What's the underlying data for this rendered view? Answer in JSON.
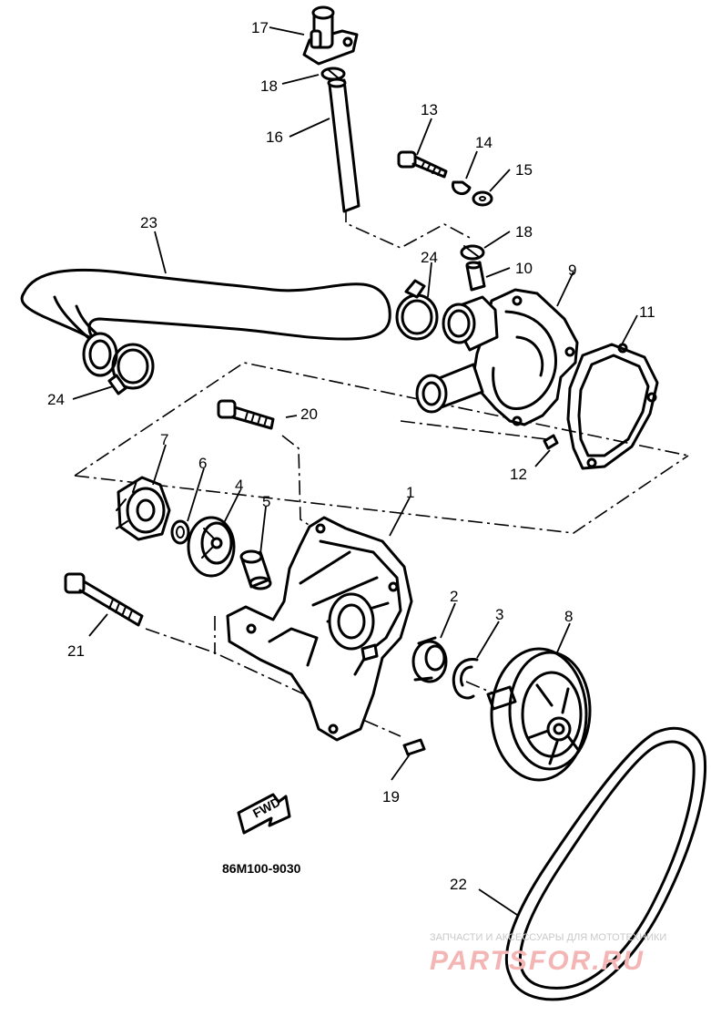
{
  "diagram": {
    "part_numbers": [
      "1",
      "2",
      "3",
      "4",
      "5",
      "6",
      "7",
      "8",
      "9",
      "10",
      "11",
      "12",
      "13",
      "14",
      "15",
      "16",
      "17",
      "18",
      "18",
      "19",
      "20",
      "21",
      "22",
      "23",
      "24",
      "24"
    ],
    "fwd_marker": "FWD",
    "drawing_code": "86M100-9030"
  },
  "watermark": {
    "caption": "ЗАПЧАСТИ И АКСЕССУАРЫ ДЛЯ МОТОТЕХНИКИ",
    "logo": "PARTSFOR.RU"
  }
}
